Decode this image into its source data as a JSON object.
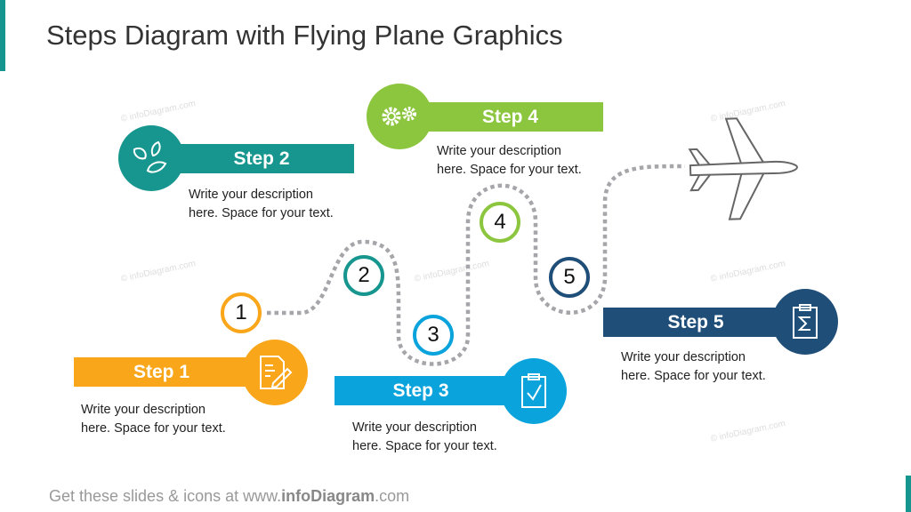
{
  "title": "Steps Diagram with Flying Plane Graphics",
  "steps": [
    {
      "label": "Step 1",
      "number": "1",
      "color": "#F9A61A",
      "icon": "document-pencil-icon",
      "description_line1": "Write your description",
      "description_line2": "here. Space for your text."
    },
    {
      "label": "Step 2",
      "number": "2",
      "color": "#17968F",
      "icon": "leaves-icon",
      "description_line1": "Write your description",
      "description_line2": "here. Space for your text."
    },
    {
      "label": "Step 3",
      "number": "3",
      "color": "#0AA3DC",
      "icon": "clipboard-check-icon",
      "description_line1": "Write your description",
      "description_line2": "here. Space for your text."
    },
    {
      "label": "Step 4",
      "number": "4",
      "color": "#8CC63F",
      "icon": "gears-icon",
      "description_line1": "Write your description",
      "description_line2": "here. Space for your text."
    },
    {
      "label": "Step 5",
      "number": "5",
      "color": "#1F4E79",
      "icon": "clipboard-sigma-icon",
      "description_line1": "Write your description",
      "description_line2": "here. Space for your text."
    }
  ],
  "watermark": "© infoDiagram.com",
  "footer": {
    "prefix": "Get these slides & icons at www.",
    "brand": "infoDiagram",
    "suffix": ".com"
  }
}
